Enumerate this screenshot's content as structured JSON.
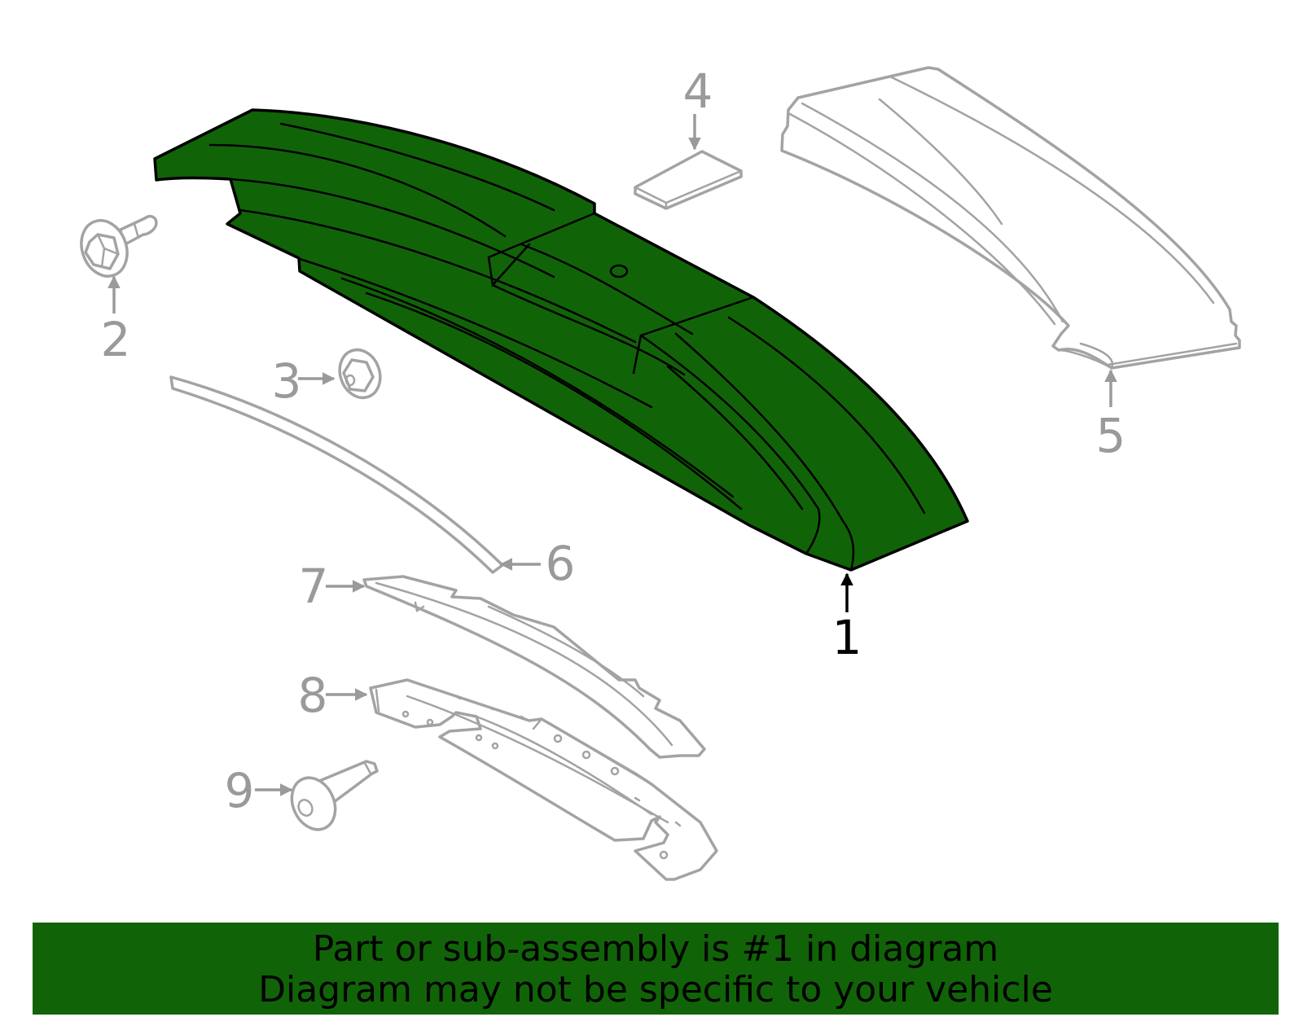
{
  "callouts": {
    "c1": "1",
    "c2": "2",
    "c3": "3",
    "c4": "4",
    "c5": "5",
    "c6": "6",
    "c7": "7",
    "c8": "8",
    "c9": "9"
  },
  "highlighted_part": "1",
  "colors": {
    "highlight_fill": "#116308",
    "part_outline": "#a3a3a3",
    "callout_muted": "#9a9a9a",
    "banner_background": "#116308"
  },
  "banner": {
    "line1": "Part or sub-assembly is #1 in diagram",
    "line2": "Diagram may not be specific to your vehicle"
  }
}
